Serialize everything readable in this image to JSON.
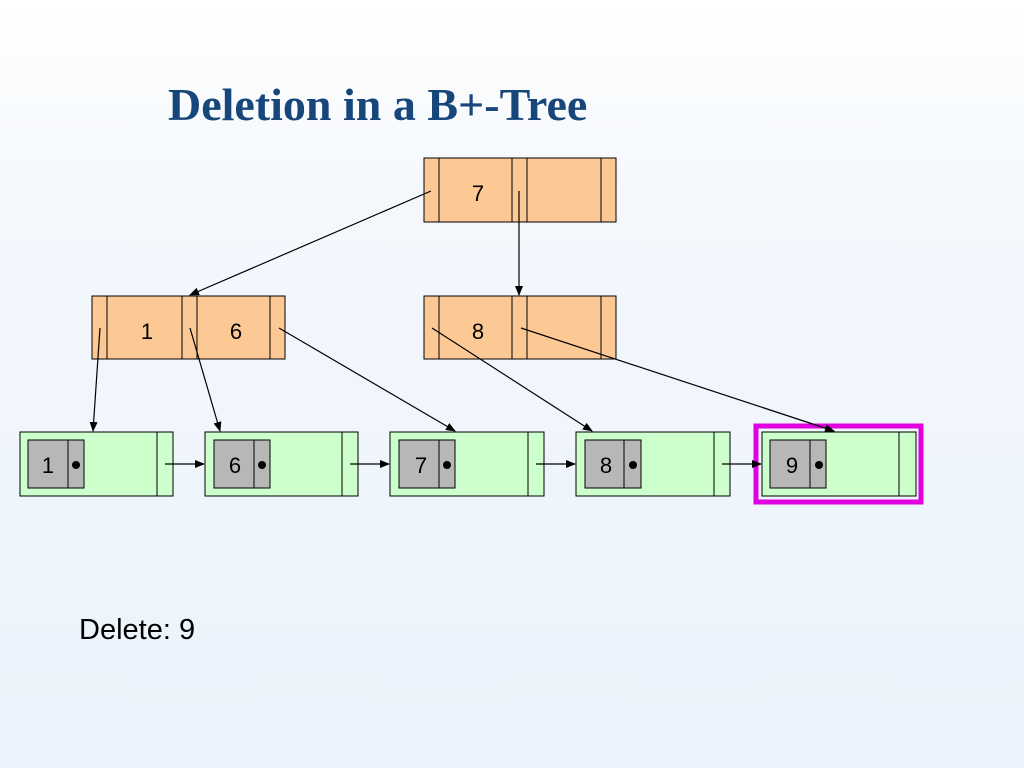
{
  "title": "Deletion in a B+-Tree",
  "caption": "Delete: 9",
  "colors": {
    "title": "#17467a",
    "internal_node_fill": "#fcc995",
    "leaf_node_fill": "#ccffcc",
    "entry_fill": "#b7b7b7",
    "highlight_border": "#e000e0"
  },
  "tree": {
    "root": {
      "keys": [
        "7"
      ]
    },
    "internal_nodes": [
      {
        "keys": [
          "1",
          "6"
        ]
      },
      {
        "keys": [
          "8"
        ]
      }
    ],
    "leaves": [
      {
        "key": "1",
        "highlighted": false
      },
      {
        "key": "6",
        "highlighted": false
      },
      {
        "key": "7",
        "highlighted": false
      },
      {
        "key": "8",
        "highlighted": false
      },
      {
        "key": "9",
        "highlighted": true
      }
    ]
  }
}
